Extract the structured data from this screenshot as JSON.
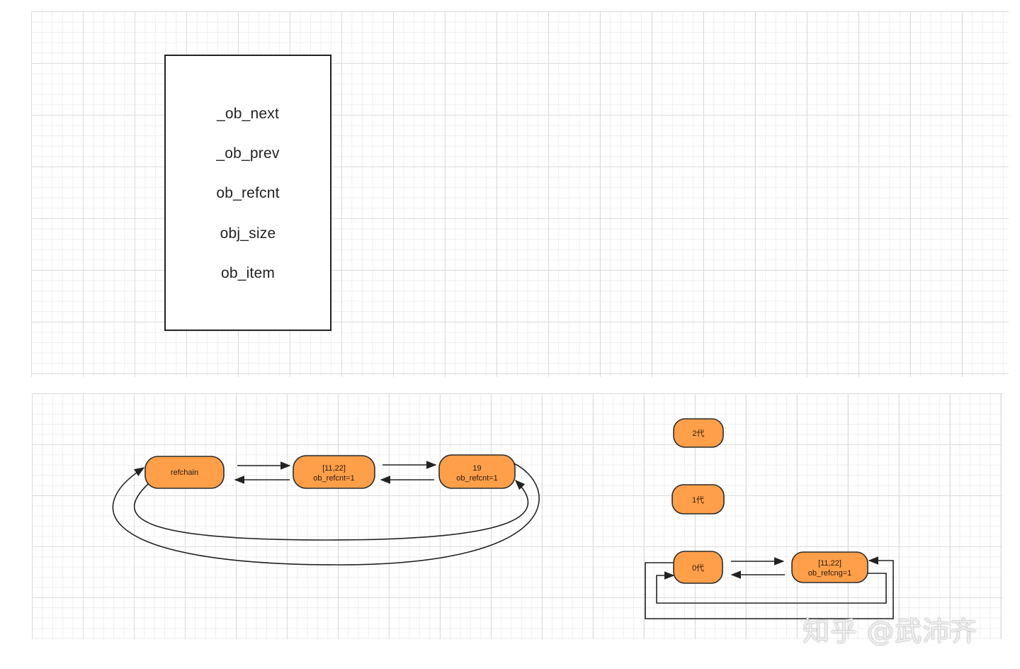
{
  "struct_fields": [
    "_ob_next",
    "_ob_prev",
    "ob_refcnt",
    "obj_size",
    "ob_item"
  ],
  "refchain_diagram": {
    "nodes": [
      {
        "lines": [
          "refchain"
        ]
      },
      {
        "lines": [
          "[11,22]",
          "ob_refcnt=1"
        ]
      },
      {
        "lines": [
          "19",
          "ob_refcnt=1"
        ]
      }
    ]
  },
  "generations_diagram": {
    "gen2": "2代",
    "gen1": "1代",
    "gen0": "0代",
    "gen0_item": {
      "lines": [
        "[11,22]",
        "ob_refcng=1"
      ]
    }
  },
  "colors": {
    "node_fill": "#ff9f4a",
    "node_stroke": "#2b2b2b",
    "line": "#222222"
  },
  "watermark": "知乎 @武沛齐"
}
